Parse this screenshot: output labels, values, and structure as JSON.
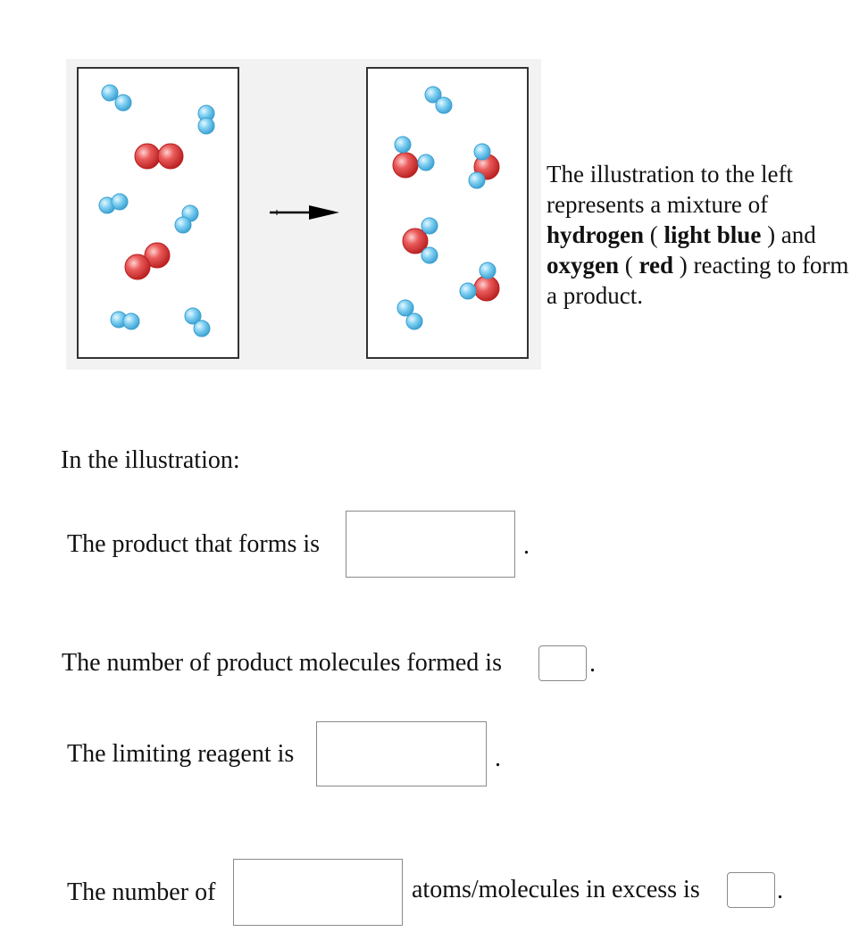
{
  "illustration": {
    "colors": {
      "hydrogen": "#5bbde8",
      "oxygen": "#e04848",
      "arrow": "#000000"
    },
    "before_label": "",
    "after_label": ""
  },
  "description": {
    "part1": "The illustration to the left represents a mixture of ",
    "hydrogen_word": "hydrogen",
    "paren_open_1": " ( ",
    "hydrogen_color": "light blue",
    "paren_close_1": " ) and ",
    "oxygen_word": "oxygen",
    "paren_open_2": " ( ",
    "oxygen_color": "red",
    "paren_close_2": " ) reacting to form a product."
  },
  "intro": "In the illustration:",
  "q1": {
    "label": "The product that forms is",
    "value": "",
    "suffix": "."
  },
  "q2": {
    "label": "The number of product molecules formed is",
    "value": "",
    "suffix": "."
  },
  "q3": {
    "label": "The limiting reagent is",
    "value": "",
    "suffix": "."
  },
  "q4": {
    "label_a": "The number of",
    "value_a": "",
    "label_b": "atoms/molecules in excess is",
    "value_b": "",
    "suffix": "."
  }
}
